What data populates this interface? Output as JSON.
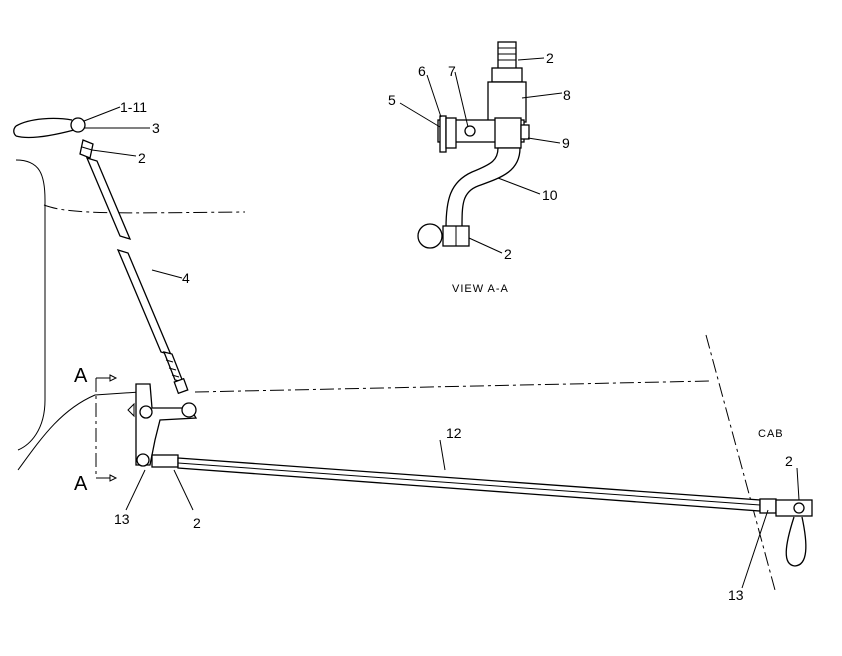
{
  "callouts": {
    "c1_11": "1-11",
    "c2_top": "2",
    "c3": "3",
    "c2_upper_rod": "2",
    "c4": "4",
    "c5": "5",
    "c6": "6",
    "c7": "7",
    "c8": "8",
    "c9": "9",
    "c10": "10",
    "c2_view_bottom": "2",
    "c12": "12",
    "c13_left": "13",
    "c2_left": "2",
    "c13_right": "13",
    "c2_right": "2"
  },
  "view_label": "VIEW A-A",
  "section_marks": {
    "top": "A",
    "bottom": "A"
  },
  "cab_label": "CAB"
}
